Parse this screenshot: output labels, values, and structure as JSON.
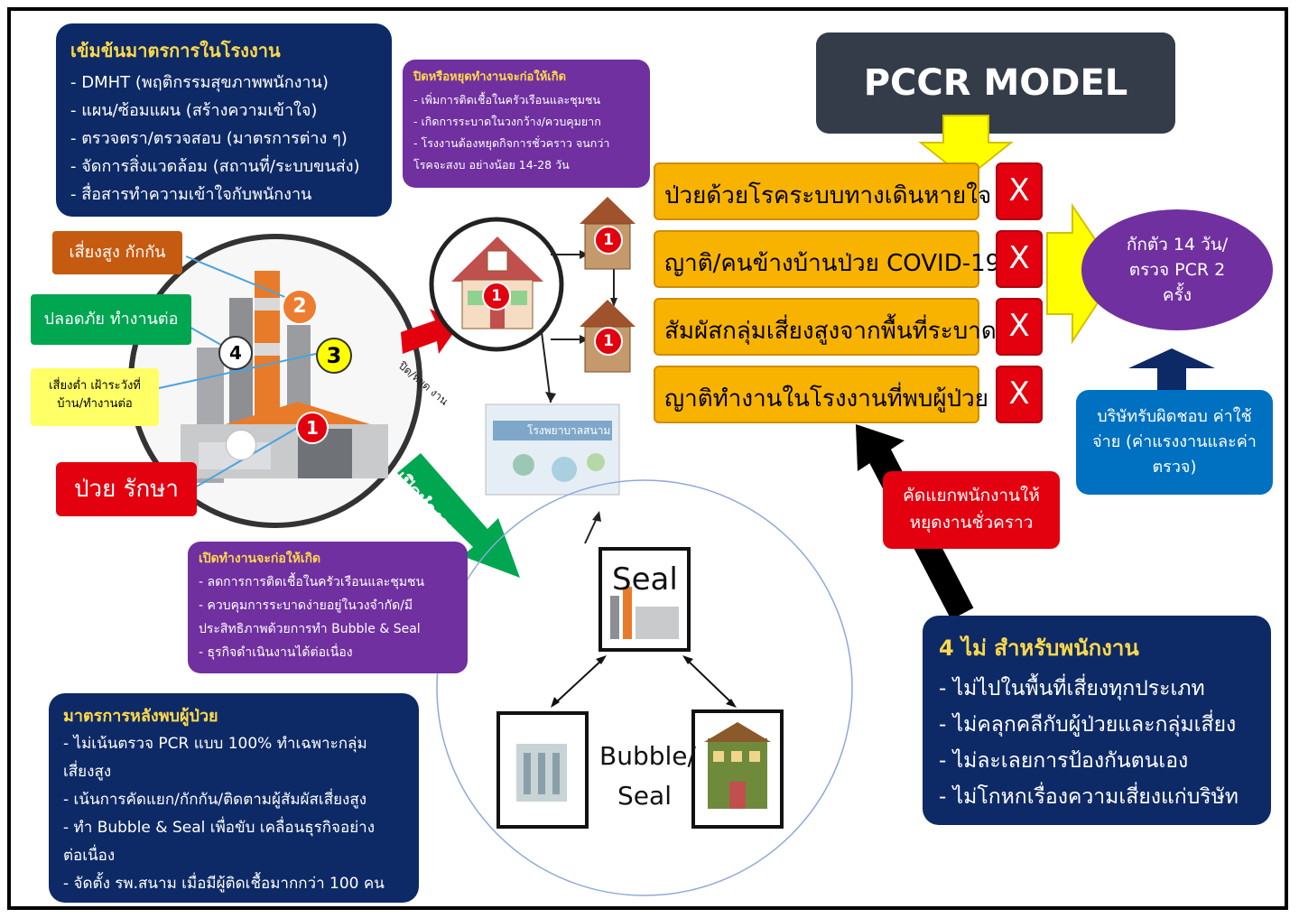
{
  "factory_measures": {
    "title": "เข้มข้นมาตรการในโรงงาน",
    "items": [
      "- DMHT (พฤติกรรมสุขภาพพนักงาน)",
      "- แผน/ซ้อมแผน (สร้างความเข้าใจ)",
      "- ตรวจตรา/ตรวจสอบ (มาตรการต่าง ๆ)",
      "- จัดการสิ่งแวดล้อม (สถานที่/ระบบขนส่ง)",
      "- สื่อสารทำความเข้าใจกับพนักงาน"
    ]
  },
  "close_factory": {
    "title": "ปิดหรือหยุดทำงานจะก่อให้เกิด",
    "items": [
      "- เพิ่มการติดเชื้อในครัวเรือนและชุมชน",
      "- เกิดการระบาดในวงกว้าง/ควบคุมยาก",
      "- โรงงานต้องหยุดกิจการชั่วคราว จนกว่า",
      "โรคจะสงบ อย่างน้อย 14-28 วัน"
    ]
  },
  "pccr": {
    "title": "PCCR MODEL"
  },
  "criteria": [
    {
      "label": "ป่วยด้วยโรคระบบทางเดินหายใจ",
      "mark": "X"
    },
    {
      "label": "ญาติ/คนข้างบ้านป่วย COVID-19",
      "mark": "X"
    },
    {
      "label": "สัมผัสกลุ่มเสี่ยงสูงจากพื้นที่ระบาด",
      "mark": "X"
    },
    {
      "label": "ญาติทำงานในโรงงานที่พบผู้ป่วย",
      "mark": "X"
    }
  ],
  "quarantine": {
    "text": "กักตัว 14 วัน/ ตรวจ PCR 2 ครั้ง"
  },
  "company_pays": {
    "text": "บริษัทรับผิดชอบ ค่าใช้จ่าย (ค่าแรงงานและค่าตรวจ)"
  },
  "separate": {
    "text": "คัดแยกพนักงานให้ หยุดงานชั่วคราว"
  },
  "legend": {
    "high_risk": "เสี่ยงสูง กักกัน",
    "safe": "ปลอดภัย ทำงานต่อ",
    "low_risk": "เสี่ยงต่ำ เฝ้าระวังที่ บ้าน/ทำงานต่อ",
    "sick": "ป่วย รักษา"
  },
  "numbers": {
    "n1": "1",
    "n2": "2",
    "n3": "3",
    "n4": "4"
  },
  "arrow_labels": {
    "close": "ปิด/หยุด งาน",
    "open": "เปิดทำงาน"
  },
  "field_hospital": {
    "caption": "โรงพยาบาลสนาม"
  },
  "open_factory": {
    "title": "เปิดทำงานจะก่อให้เกิด",
    "items": [
      "- ลดการการติดเชื้อในครัวเรือนและชุมชน",
      "- ควบคุมการระบาดง่ายอยู่ในวงจำกัด/มี",
      "ประสิทธิภาพด้วยการทำ Bubble & Seal",
      "- ธุรกิจดำเนินงานได้ต่อเนื่อง"
    ]
  },
  "seal": {
    "top": "Seal",
    "center": "Bubble/ Seal"
  },
  "after_found": {
    "title": "มาตรการหลังพบผู้ป่วย",
    "items": [
      "- ไม่เน้นตรวจ PCR แบบ 100% ทำเฉพาะกลุ่ม",
      "เสี่ยงสูง",
      "- เน้นการคัดแยก/กักกัน/ติดตามผู้สัมผัสเสี่ยงสูง",
      "- ทำ Bubble & Seal เพื่อขับ เคลื่อนธุรกิจอย่าง",
      "ต่อเนื่อง",
      "- จัดตั้ง รพ.สนาม เมื่อมีผู้ติดเชื้อมากกว่า 100 คน"
    ]
  },
  "four_no": {
    "title": "4 ไม่ สำหรับพนักงาน",
    "items": [
      "- ไม่ไปในพื้นที่เสี่ยงทุกประเภท",
      "- ไม่คลุกคลีกับผู้ป่วยและกลุ่มเสี่ยง",
      "- ไม่ละเลยการป้องกันตนเอง",
      "- ไม่โกหกเรื่องความเสี่ยงแก่บริษัท"
    ]
  },
  "colors": {
    "navy": "#0d2a66",
    "purple": "#7030a0",
    "orange": "#f8b300",
    "red": "#e3000f",
    "green": "#00a650",
    "yellow_arrow": "#ffff00"
  }
}
